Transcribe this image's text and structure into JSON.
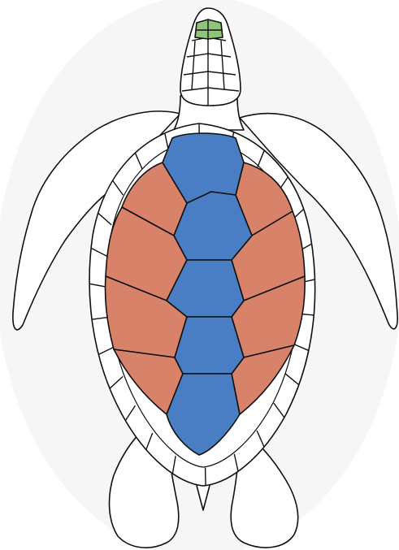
{
  "diagram": {
    "subject": "sea-turtle-dorsal-view",
    "colors": {
      "background": "#ffffff",
      "circle_background": "#f6f6f6",
      "outline": "#111111",
      "vertebral_scutes": "#4a7ec4",
      "costal_scutes": "#d9826a",
      "prefrontal_scales": "#8fc47a",
      "marginal_scutes": "#ffffff"
    },
    "scute_counts": {
      "vertebral": 5,
      "costal_per_side": 4,
      "prefrontal_pairs": 2
    }
  }
}
